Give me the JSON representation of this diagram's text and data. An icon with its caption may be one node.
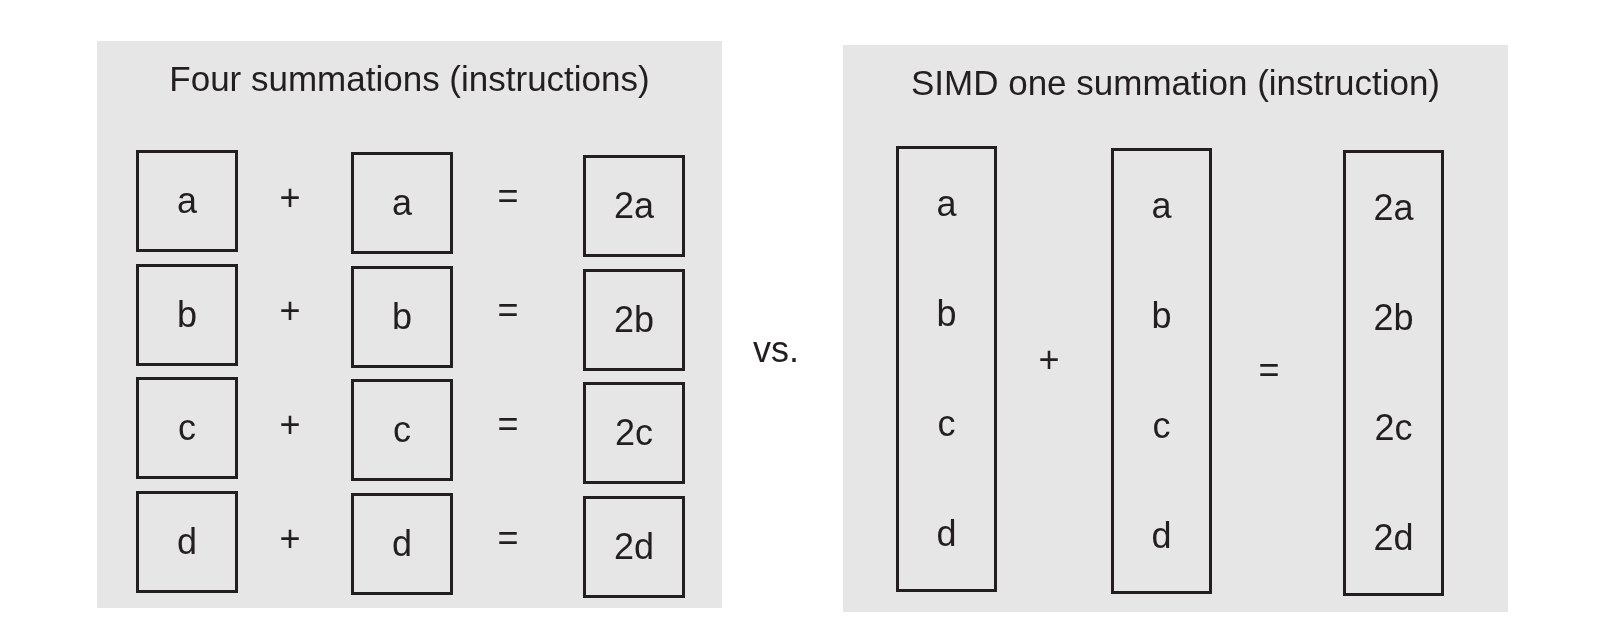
{
  "diagram": {
    "nodes": [
      {
        "text": [
          "Four summations (instructions)"
        ]
      },
      {
        "text": [
          "a"
        ],
        "in": 0
      },
      {
        "text": [
          "a"
        ],
        "in": 0
      },
      {
        "text": [
          "2a"
        ],
        "in": 0
      },
      {
        "text": [
          "b"
        ],
        "in": 0
      },
      {
        "text": [
          "b"
        ],
        "in": 0
      },
      {
        "text": [
          "2b"
        ],
        "in": 0
      },
      {
        "text": [
          "c"
        ],
        "in": 0
      },
      {
        "text": [
          "c"
        ],
        "in": 0
      },
      {
        "text": [
          "2c"
        ],
        "in": 0
      },
      {
        "text": [
          "d"
        ],
        "in": 0
      },
      {
        "text": [
          "d"
        ],
        "in": 0
      },
      {
        "text": [
          "2d"
        ],
        "in": 0
      },
      {
        "text": [
          "SIMD one summation (instruction)"
        ]
      },
      {
        "text": [
          "a",
          "b",
          "c",
          "d"
        ],
        "in": 13
      },
      {
        "text": [
          "a",
          "b",
          "c",
          "d"
        ],
        "in": 13
      },
      {
        "text": [
          "2a",
          "2b",
          "2c",
          "2d"
        ],
        "in": 13
      }
    ],
    "edges": [],
    "labels": [
      "+",
      "=",
      "+",
      "=",
      "+",
      "=",
      "+",
      "=",
      "vs.",
      "+",
      "="
    ]
  }
}
